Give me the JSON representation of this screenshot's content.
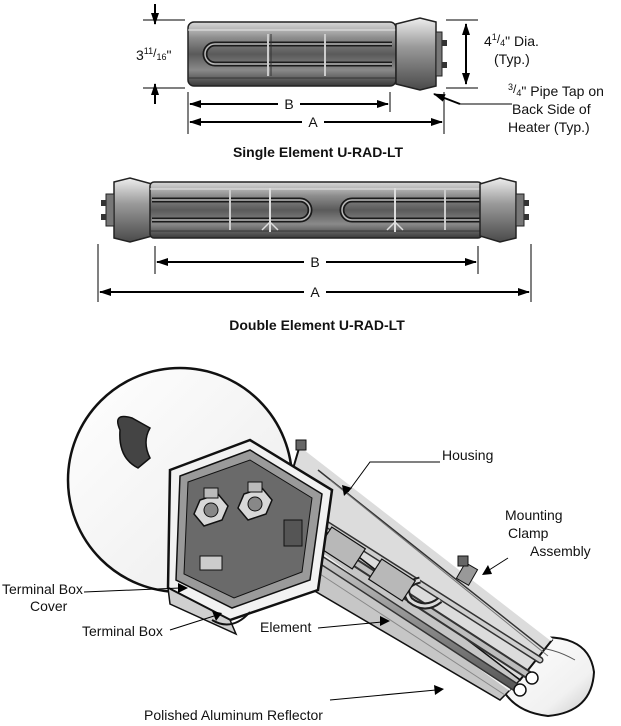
{
  "single": {
    "height_label": {
      "main": "3",
      "sup": "11",
      "slash": "/",
      "sub": "16",
      "unit": "\""
    },
    "dia_label": {
      "main": "4",
      "sup": "1",
      "slash": "/",
      "sub": "4",
      "rest": "\" Dia."
    },
    "typ_label": "(Typ.)",
    "pipe_tap": {
      "sup": "3",
      "slash": "/",
      "sub": "4",
      "rest": "\" Pipe Tap on"
    },
    "pipe_tap_line2": "Back Side of",
    "pipe_tap_line3": "Heater (Typ.)",
    "dim_b": "B",
    "dim_a": "A",
    "caption": "Single Element U-RAD-LT"
  },
  "double": {
    "dim_b": "B",
    "dim_a": "A",
    "caption": "Double Element U-RAD-LT"
  },
  "cutaway": {
    "housing": "Housing",
    "mounting": "Mounting",
    "clamp": "Clamp",
    "assembly": "Assembly",
    "terminal_box_cover_1": "Terminal Box",
    "terminal_box_cover_2": "Cover",
    "terminal_box": "Terminal Box",
    "element": "Element",
    "reflector": "Polished Aluminum Reflector"
  }
}
